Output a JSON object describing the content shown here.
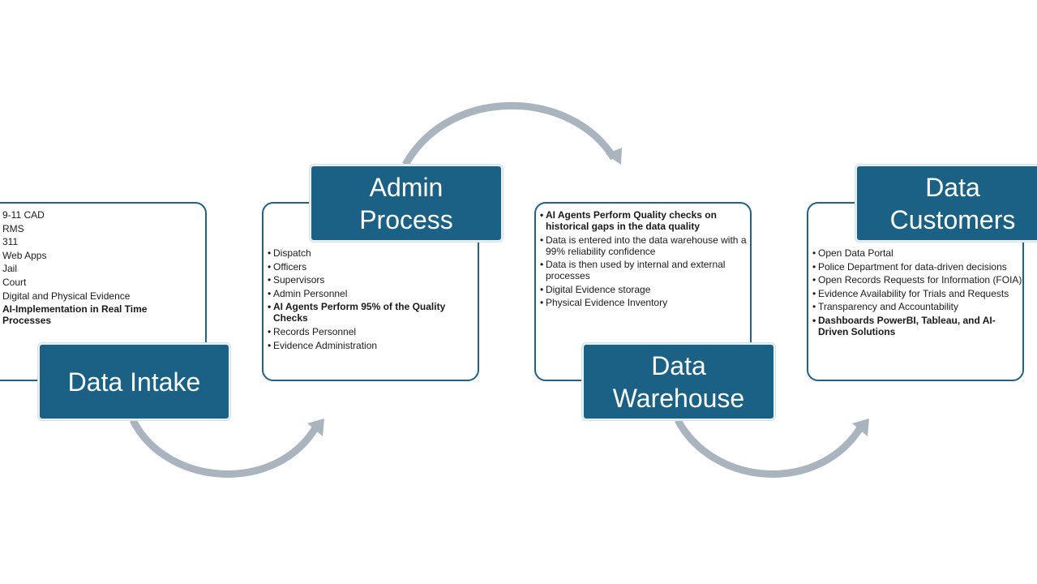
{
  "stages": [
    {
      "title_line1": "Data Intake",
      "items": [
        {
          "text": "9-11 CAD"
        },
        {
          "text": "RMS"
        },
        {
          "text": "311"
        },
        {
          "text": "Web Apps"
        },
        {
          "text": "Jail"
        },
        {
          "text": "Court"
        },
        {
          "text": "Digital and Physical Evidence"
        },
        {
          "text": "AI-Implementation in Real Time Processes",
          "bold": true
        }
      ]
    },
    {
      "title_line1": "Admin",
      "title_line2": "Process",
      "items": [
        {
          "text": "Dispatch"
        },
        {
          "text": "Officers"
        },
        {
          "text": "Supervisors"
        },
        {
          "text": "Admin Personnel"
        },
        {
          "text": "AI Agents Perform 95% of the Quality Checks",
          "bold": true
        },
        {
          "text": "Records Personnel"
        },
        {
          "text": "Evidence Administration"
        }
      ]
    },
    {
      "title_line1": "Data",
      "title_line2": "Warehouse",
      "items": [
        {
          "text": "AI Agents Perform Quality checks on historical gaps in the data quality",
          "bold": true
        },
        {
          "text": "Data is entered into the data warehouse with a 99% reliability confidence"
        },
        {
          "text": "Data is then used by internal and external processes"
        },
        {
          "text": "Digital Evidence storage"
        },
        {
          "text": "Physical Evidence Inventory"
        }
      ]
    },
    {
      "title_line1": "Data",
      "title_line2": "Customers",
      "items": [
        {
          "text": "Open Data Portal"
        },
        {
          "text": "Police Department for data-driven decisions"
        },
        {
          "text": "Open Records Requests for Information (FOIA)"
        },
        {
          "text": "Evidence Availability for Trials and Requests"
        },
        {
          "text": "Transparency and Accountability"
        },
        {
          "text": "Dashboards PowerBI, Tableau, and AI-Driven Solutions",
          "bold": true
        }
      ]
    }
  ],
  "colors": {
    "title_fill": "#1a6185",
    "panel_border": "#1f6389",
    "arrow": "#aab4bf"
  }
}
